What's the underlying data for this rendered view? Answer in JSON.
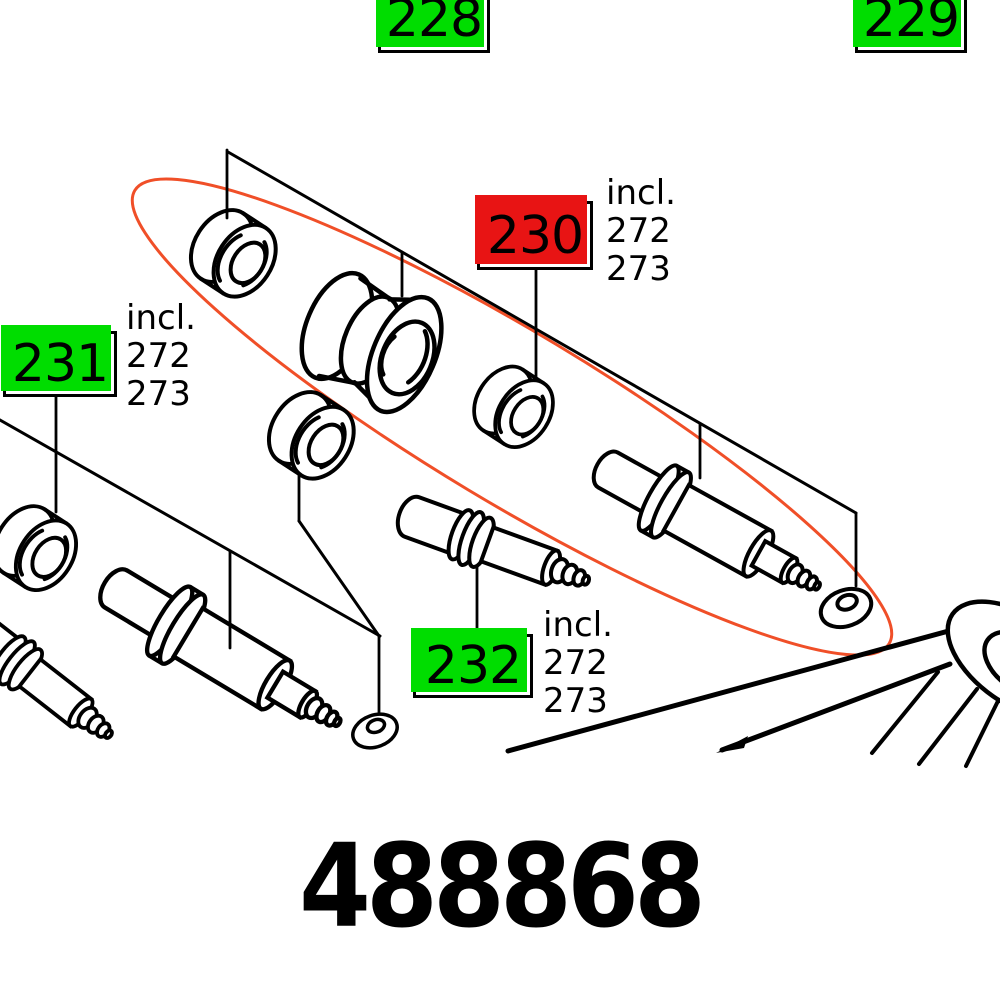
{
  "page": {
    "part_number": "488868"
  },
  "colors": {
    "paper": "#ffffff",
    "tag_green": "#00dd00",
    "tag_red": "#e81414",
    "highlight": "#f04f28",
    "ink": "#000000"
  },
  "tags": {
    "t228": {
      "label": "228"
    },
    "t229": {
      "label": "229"
    },
    "t230": {
      "label": "230",
      "note": [
        "incl.",
        "272",
        "273"
      ]
    },
    "t231": {
      "label": "231",
      "note": [
        "incl.",
        "272",
        "273"
      ]
    },
    "t232": {
      "label": "232",
      "note": [
        "incl.",
        "272",
        "273"
      ]
    }
  }
}
